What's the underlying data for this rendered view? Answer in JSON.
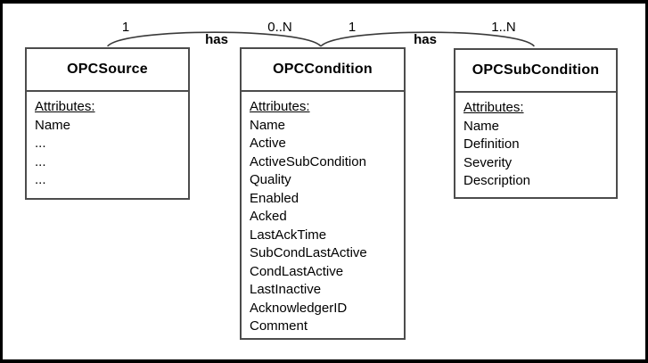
{
  "diagram": {
    "background_color": "#ffffff",
    "frame_border_color": "#000000",
    "box_border_color": "#4c4c4c",
    "arc_color": "#3a3a3a",
    "text_color": "#000000",
    "entities": [
      {
        "title": "OPCSource",
        "attributes_label": "Attributes:",
        "attributes": [
          "Name",
          "...",
          "...",
          "..."
        ]
      },
      {
        "title": "OPCCondition",
        "attributes_label": "Attributes:",
        "attributes": [
          "Name",
          "Active",
          "ActiveSubCondition",
          "Quality",
          "Enabled",
          "Acked",
          "LastAckTime",
          "SubCondLastActive",
          "CondLastActive",
          "LastInactive",
          "AcknowledgerID",
          "Comment"
        ]
      },
      {
        "title": "OPCSubCondition",
        "attributes_label": "Attributes:",
        "attributes": [
          "Name",
          "Definition",
          "Severity",
          "Description"
        ]
      }
    ],
    "relationships": [
      {
        "from": "OPCSource",
        "to": "OPCCondition",
        "label": "has",
        "from_cardinality": "1",
        "to_cardinality": "0..N"
      },
      {
        "from": "OPCCondition",
        "to": "OPCSubCondition",
        "label": "has",
        "from_cardinality": "1",
        "to_cardinality": "1..N"
      }
    ]
  }
}
